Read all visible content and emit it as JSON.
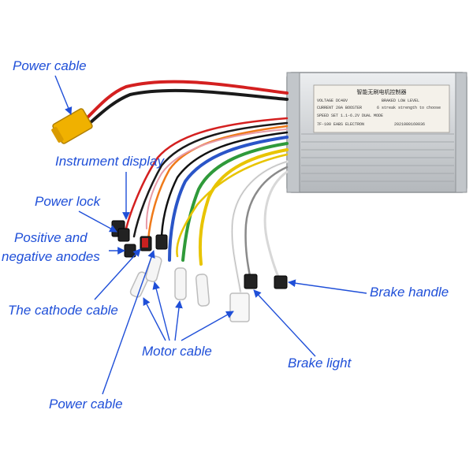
{
  "callouts": {
    "power_cable_top": "Power cable",
    "instrument_display": "Instrument display",
    "power_lock": "Power lock",
    "positive_negative_line1": "Positive and",
    "positive_negative_line2": "negative anodes",
    "cathode_cable": "The cathode cable",
    "motor_cable": "Motor cable",
    "brake_light": "Brake light",
    "brake_handle": "Brake handle",
    "power_cable_bottom": "Power cable"
  },
  "sticker": {
    "title": "智能无刷电机控制器",
    "voltage": "VOLTAGE  DC48V",
    "braked": "BRAKED  LOW LEVEL",
    "current": "CURRENT  20A BOOSTER",
    "strength": "6 streak strength to choose",
    "speed": "SPEED SET 1.1-6.2V DUAL MODE",
    "maker": "7F-100 EABS ELECTRON",
    "serial": "2021080160036"
  },
  "colors": {
    "callout": "#1f4fd8",
    "housing": "#d4d6d8",
    "connector_yellow": "#f0b100",
    "wire_red": "#d42020",
    "wire_black": "#1a1a1a",
    "wire_blue": "#2a55c8",
    "wire_green": "#2f9a3a",
    "wire_yellow": "#e8c400"
  }
}
